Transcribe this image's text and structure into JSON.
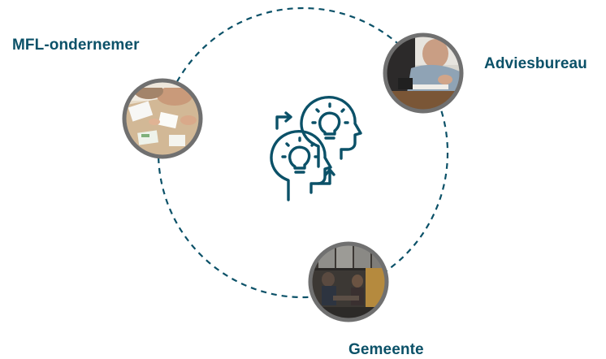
{
  "colors": {
    "brand": "#0b5168",
    "ring_border": "#707070",
    "icon": "#0b5168"
  },
  "participants": {
    "left": {
      "label": "MFL-ondernemer"
    },
    "right": {
      "label": "Adviesbureau"
    },
    "bottom": {
      "label": "Gemeente"
    }
  },
  "center_icon": {
    "name": "idea-exchange-heads-icon"
  }
}
